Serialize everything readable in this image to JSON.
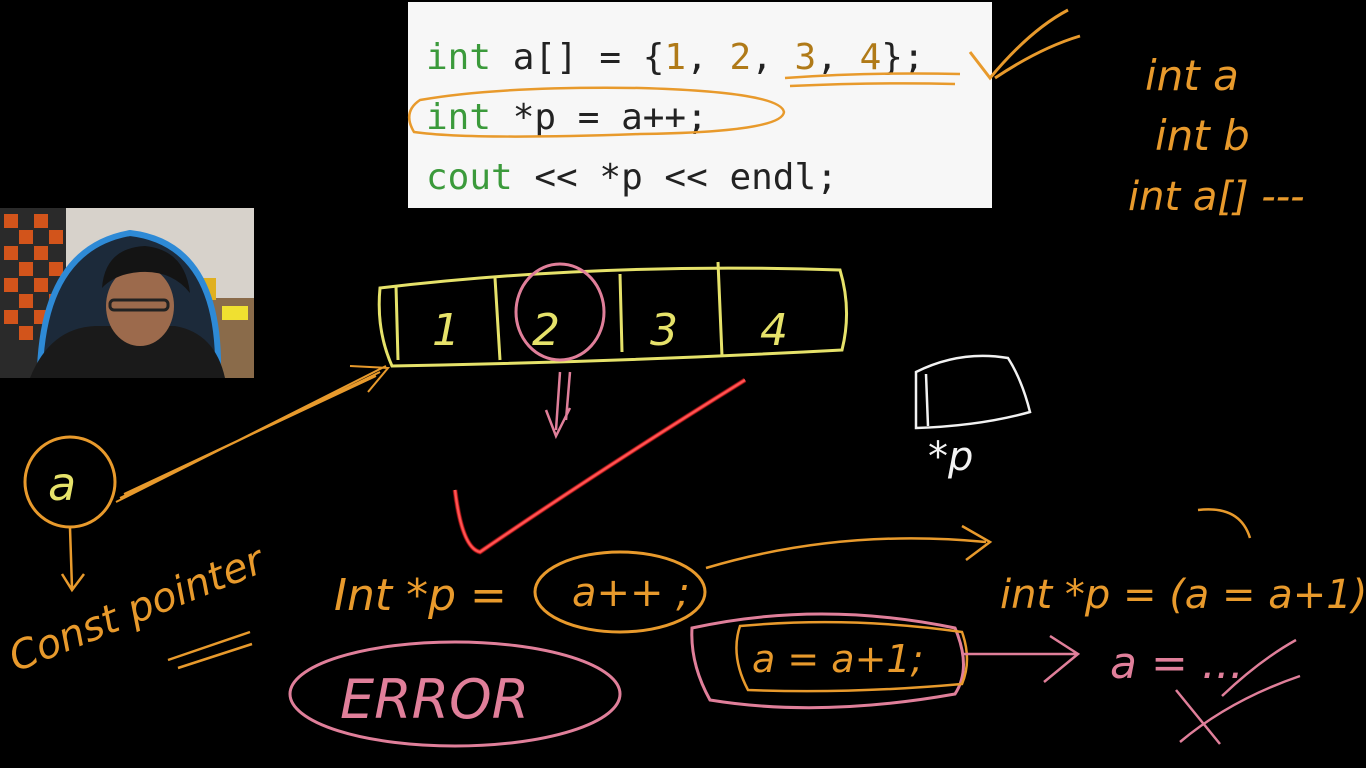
{
  "code": {
    "line1": {
      "kw": "int",
      "rest1": " a[] = {",
      "n1": "1",
      "sep1": ", ",
      "n2": "2",
      "sep2": ", ",
      "n3": "3",
      "sep3": ", ",
      "n4": "4",
      "end": "};"
    },
    "line2": {
      "kw": "int",
      "rest": " *p = a++;"
    },
    "line3": {
      "kw": "cout",
      "rest": " << *p << endl;"
    }
  },
  "notes": {
    "decl_a": "int a",
    "decl_b": "int b",
    "decl_arr": "int a[] ---",
    "array_cells": [
      "1",
      "2",
      "3",
      "4"
    ],
    "pointer_box_label": "*p",
    "circle_a": "a",
    "const_pointer": "Const pointer",
    "stmt_left": "Int *p =",
    "stmt_left_circled": "a++ ;",
    "error": "ERROR",
    "stmt_right": "int *p = (a = a+1)",
    "assign_circled": "a = a+1;",
    "assign_result": "a = ..."
  },
  "colors": {
    "ink_orange": "#e89a2c",
    "ink_yellow": "#e6e26a",
    "ink_pink": "#e07f9a",
    "ink_red": "#ff2a2a",
    "keyword_green": "#3b9a3b",
    "number_brown": "#b07a18"
  }
}
